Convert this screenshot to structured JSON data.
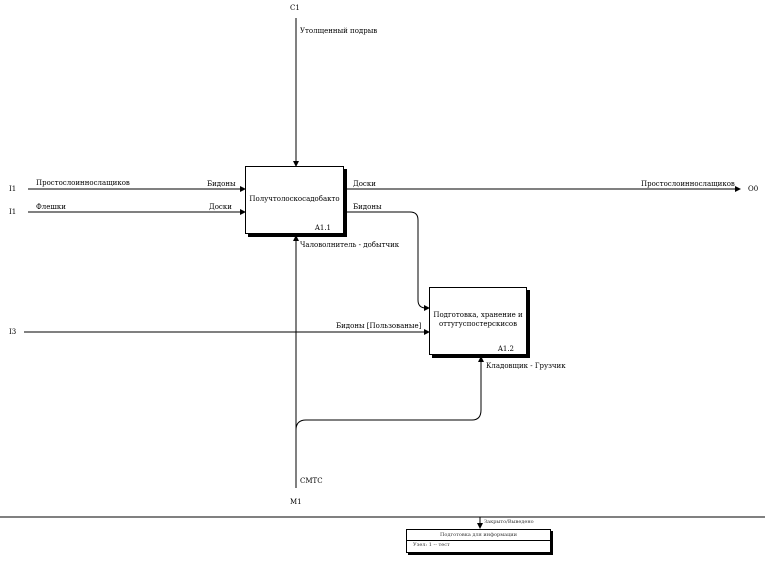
{
  "tunnels": {
    "c1": "C1",
    "i1a": "I1",
    "i1b": "I1",
    "i3": "I3",
    "o0": "O0",
    "m1": "M1"
  },
  "arrows": {
    "control_top": "Утолщенный подрыв",
    "input_product": "Простослоиннослащиков",
    "input_product_end": "Бидоны",
    "input_flask": "Флешки",
    "input_flask_end": "Доски",
    "output_top": "Доски",
    "output_right": "Простослоиннослащиков",
    "output_bottom": "Бидоны",
    "mechanism_a1": "Чаловолнитель - добытчик",
    "input_a2": "Бидоны [Пользованые]",
    "mechanism_a2": "Кладовщик - Грузчик",
    "mechanism_main": "СМТС"
  },
  "boxes": {
    "a1_title": "Получтолоскосадобакто",
    "a1_num": "A1.1",
    "a2_title_line1": "Подготовка, хранение и",
    "a2_title_line2": "оттугуспостерскисов",
    "a2_num": "A1.2"
  },
  "node_tree": {
    "top_label": "Закрыто/Выведено",
    "title": "Подготовка для информации",
    "footer": "Узел: 1 -- тест"
  }
}
